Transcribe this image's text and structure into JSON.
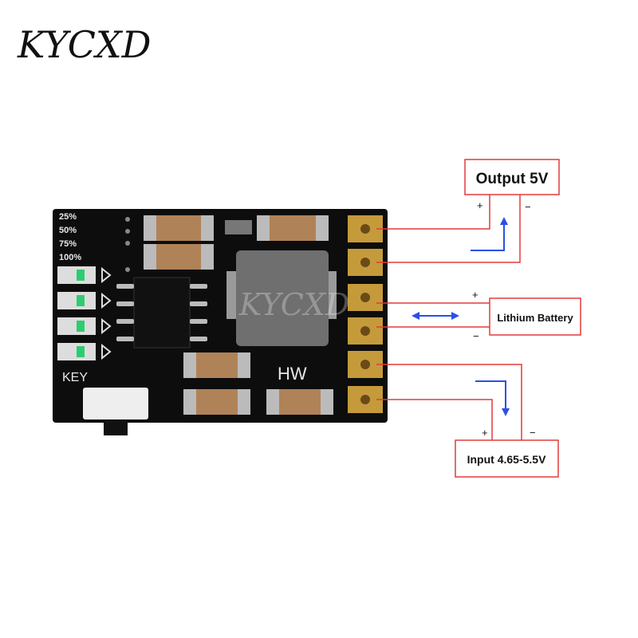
{
  "brand": {
    "logo": "KYCXD",
    "watermark": "KYCXD"
  },
  "board": {
    "levels": [
      "25%",
      "50%",
      "75%",
      "100%"
    ],
    "key_label": "KEY",
    "silkscreen": "HW"
  },
  "labels": {
    "output": "Output 5V",
    "battery": "Lithium Battery",
    "input": "Input 4.65-5.5V"
  },
  "polarity": {
    "output_plus": "+",
    "output_minus": "−",
    "battery_plus": "+",
    "battery_minus": "−",
    "input_plus": "+",
    "input_minus": "−"
  },
  "colors": {
    "wire": "#e23b3b",
    "arrow": "#2a50e6",
    "pcb": "#0d0d0d",
    "pad": "#c59a3b",
    "led": "#2ecc71"
  }
}
